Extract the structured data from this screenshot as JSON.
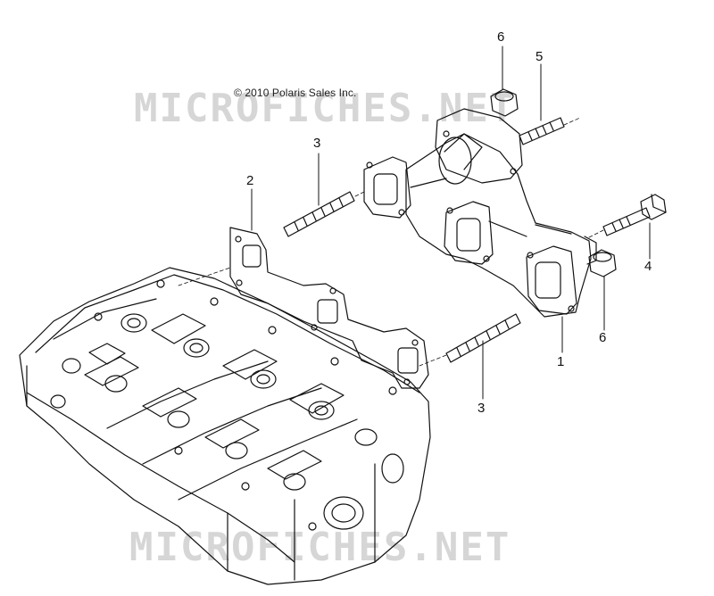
{
  "copyright": "© 2010 Polaris Sales Inc.",
  "watermark_top": "MICROFICHES.NET",
  "watermark_bottom": "MICROFICHES.NET",
  "callouts": [
    {
      "id": "6a",
      "label": "6"
    },
    {
      "id": "5",
      "label": "5"
    },
    {
      "id": "3a",
      "label": "3"
    },
    {
      "id": "2",
      "label": "2"
    },
    {
      "id": "4",
      "label": "4"
    },
    {
      "id": "6b",
      "label": "6"
    },
    {
      "id": "1",
      "label": "1"
    },
    {
      "id": "3b",
      "label": "3"
    }
  ],
  "colors": {
    "line": "#111111",
    "watermark": "#d6d6d6"
  }
}
